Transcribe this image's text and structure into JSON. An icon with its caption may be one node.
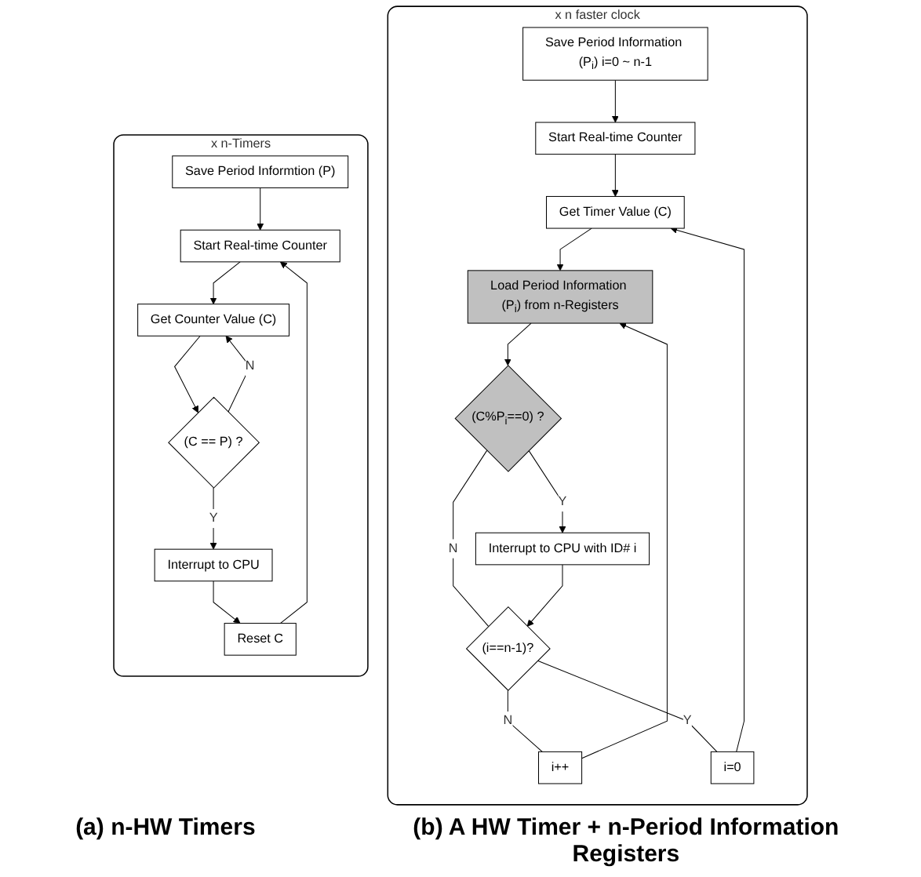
{
  "diagram": {
    "nodes": [
      {
        "text": [
          "x n-Timers"
        ]
      },
      {
        "text": [
          "Save Period Informtion (P)"
        ],
        "in": 0
      },
      {
        "text": [
          "Start Real-time Counter"
        ],
        "in": 0
      },
      {
        "text": [
          "Get Counter Value (C)"
        ],
        "in": 0
      },
      {
        "text": [
          "(C == P) ?"
        ],
        "in": 0
      },
      {
        "text": [
          "Interrupt to CPU"
        ],
        "in": 0
      },
      {
        "text": [
          "Reset C"
        ],
        "in": 0
      },
      {
        "text": [
          "x n faster clock"
        ]
      },
      {
        "text": [
          "Save Period Information (P$_{i}$) i=0 ~ n-1"
        ],
        "in": 7
      },
      {
        "text": [
          "Start Real-time Counter"
        ],
        "in": 7
      },
      {
        "text": [
          "Get Timer Value (C)"
        ],
        "in": 7
      },
      {
        "text": [
          "Load Period Information (P$_{i}$) from n-Registers"
        ],
        "in": 7
      },
      {
        "text": [
          "(C%P$_{i}$==0) ?"
        ],
        "in": 7
      },
      {
        "text": [
          "Interrupt to CPU with ID# i"
        ],
        "in": 7
      },
      {
        "text": [
          "(i==n-1)?"
        ],
        "in": 7
      },
      {
        "text": [
          "i++"
        ],
        "in": 7
      },
      {
        "text": [
          "i=0"
        ],
        "in": 7
      }
    ],
    "edges": [
      {
        "from": 1,
        "to": 2,
        "arrow": "to"
      },
      {
        "from": 2,
        "to": 3,
        "arrow": "to"
      },
      {
        "from": 3,
        "to": 4,
        "arrow": "to"
      },
      {
        "from": 4,
        "to": 3,
        "arrow": "to",
        "label": "N"
      },
      {
        "from": 4,
        "to": 5,
        "arrow": "to",
        "label": "Y"
      },
      {
        "from": 5,
        "to": 6,
        "arrow": "to"
      },
      {
        "from": 6,
        "to": 2,
        "arrow": "to"
      },
      {
        "from": 8,
        "to": 9,
        "arrow": "to"
      },
      {
        "from": 9,
        "to": 10,
        "arrow": "to"
      },
      {
        "from": 10,
        "to": 11,
        "arrow": "to"
      },
      {
        "from": 11,
        "to": 12,
        "arrow": "to"
      },
      {
        "from": 12,
        "to": 13,
        "arrow": "to",
        "label": "Y"
      },
      {
        "from": 12,
        "to": 14,
        "arrow": "none",
        "label": "N"
      },
      {
        "from": 13,
        "to": 14,
        "arrow": "to"
      },
      {
        "from": 14,
        "to": 15,
        "arrow": "none",
        "label": "N"
      },
      {
        "from": 15,
        "to": 11,
        "arrow": "to"
      },
      {
        "from": 14,
        "to": 16,
        "arrow": "none",
        "label": "Y"
      },
      {
        "from": 16,
        "to": 10,
        "arrow": "to"
      }
    ],
    "labels": [
      "(a) n-HW Timers",
      "(b) A HW Timer + n-Period Information Registers"
    ]
  }
}
